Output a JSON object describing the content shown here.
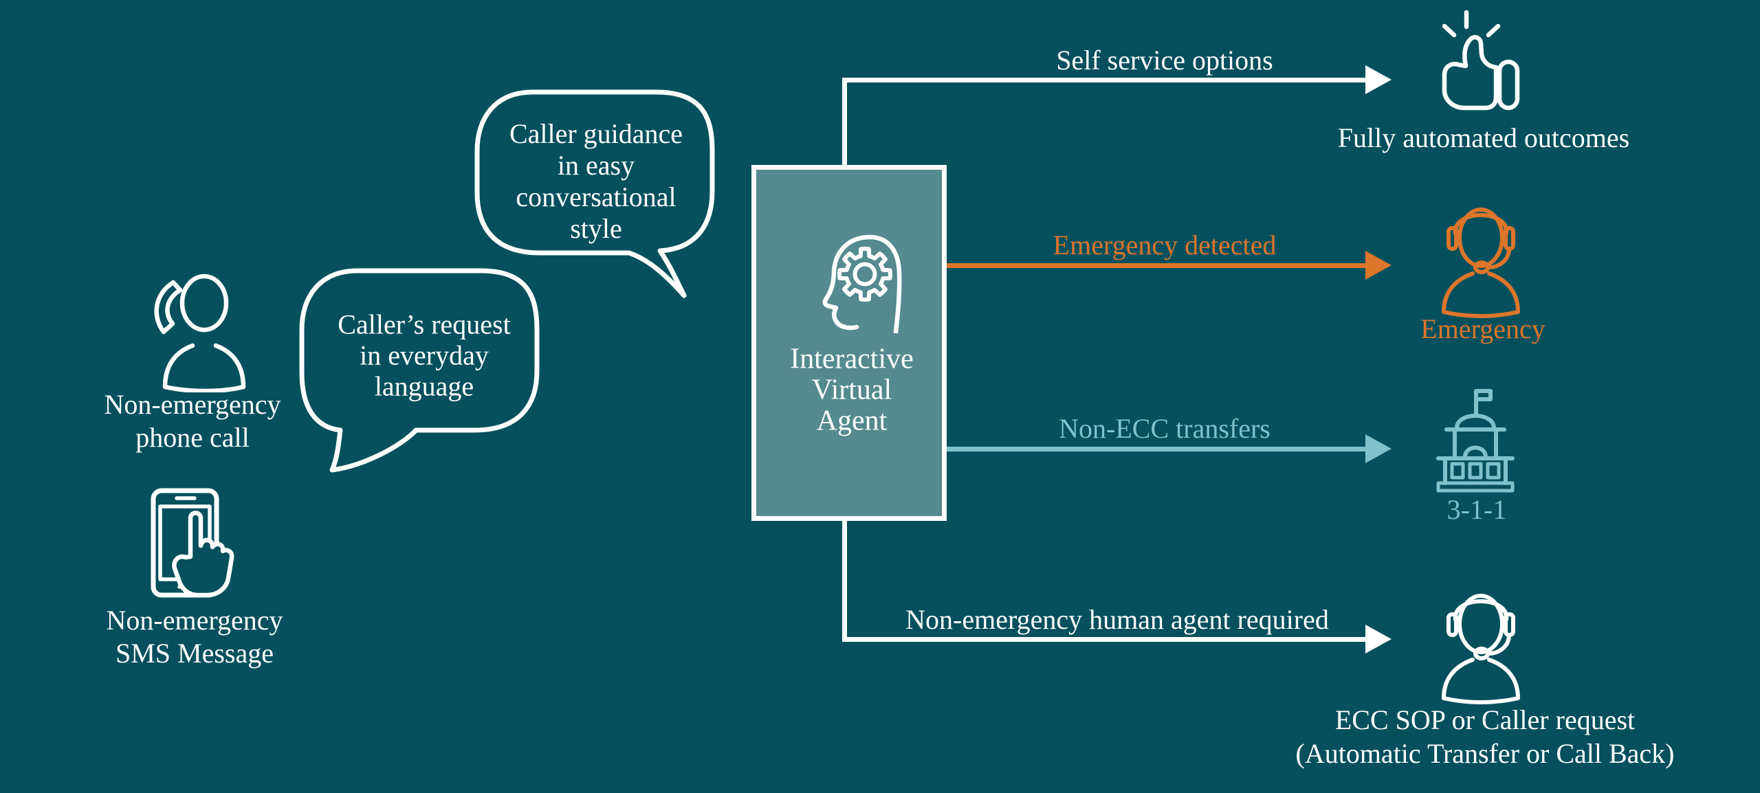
{
  "colors": {
    "background": "#05505c",
    "agent_box_fill": "#548a90",
    "orange": "#dd752b",
    "light_teal": "#7fc2ca",
    "white": "#ffffff"
  },
  "inputs": {
    "phone": {
      "line1": "Non-emergency",
      "line2": "phone call"
    },
    "sms": {
      "line1": "Non-emergency",
      "line2": "SMS Message"
    }
  },
  "bubbles": {
    "request": {
      "line1": "Caller’s request",
      "line2": "in everyday",
      "line3": "language"
    },
    "guidance": {
      "line1": "Caller guidance",
      "line2": "in easy",
      "line3": "conversational",
      "line4": "style"
    }
  },
  "agent_box": {
    "line1": "Interactive",
    "line2": "Virtual",
    "line3": "Agent"
  },
  "branches": {
    "self_service": {
      "label": "Self service options",
      "outcome": "Fully automated outcomes"
    },
    "emergency": {
      "label": "Emergency detected",
      "outcome": "Emergency"
    },
    "non_ecc": {
      "label": "Non-ECC transfers",
      "outcome": "3-1-1"
    },
    "human_agent": {
      "label": "Non-emergency human agent required",
      "outcome_line1": "ECC SOP or Caller request",
      "outcome_line2": "(Automatic Transfer or Call Back)"
    }
  }
}
